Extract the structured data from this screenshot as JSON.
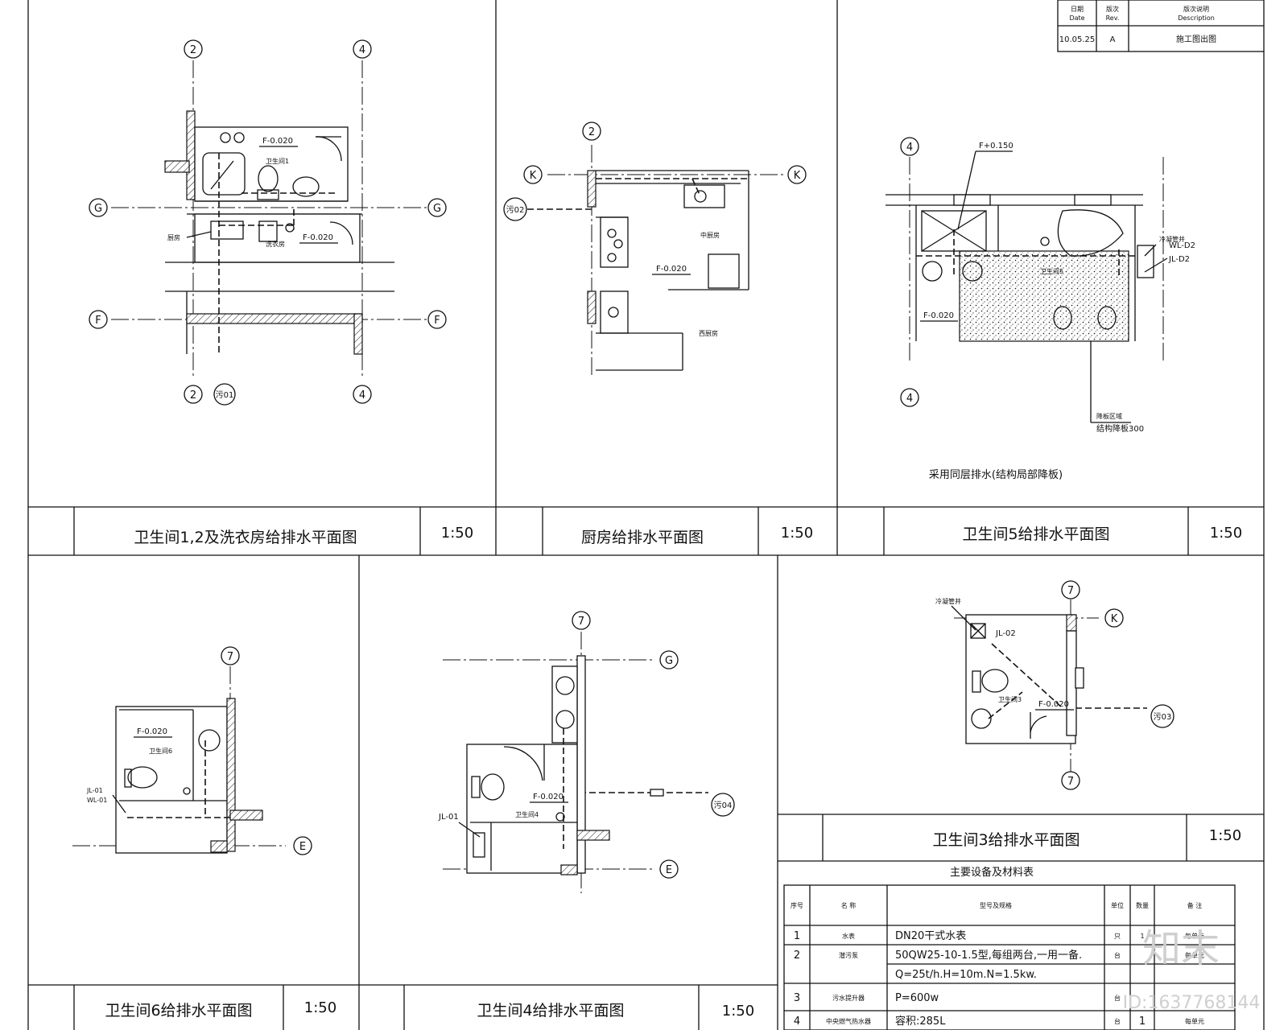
{
  "revision_block": {
    "h_date": "日期",
    "h_date_en": "Date",
    "h_rev": "版次",
    "h_rev_en": "Rev.",
    "h_desc": "版次说明",
    "h_desc_en": "Description",
    "date": "10.05.25",
    "rev": "A",
    "desc": "施工图出图"
  },
  "panels": [
    {
      "title": "卫生间1,2及洗衣房给排水平面图",
      "scale": "1:50"
    },
    {
      "title": "厨房给排水平面图",
      "scale": "1:50"
    },
    {
      "title": "卫生间5给排水平面图",
      "scale": "1:50"
    },
    {
      "title": "卫生间6给排水平面图",
      "scale": "1:50"
    },
    {
      "title": "卫生间4给排水平面图",
      "scale": "1:50"
    },
    {
      "title": "卫生间3给排水平面图",
      "scale": "1:50"
    }
  ],
  "plan1": {
    "grid_2": "2",
    "grid_4": "4",
    "grid_G": "G",
    "grid_F": "F",
    "level_a": "F-0.020",
    "level_b": "F-0.020",
    "room_a": "卫生间1",
    "room_b": "洗衣房",
    "room_c": "厨房",
    "drain_tag": "污01"
  },
  "plan2": {
    "grid_2": "2",
    "grid_K": "K",
    "level": "F-0.020",
    "room_a": "中厨房",
    "room_b": "西厨房",
    "drain_tag": "污02"
  },
  "plan3": {
    "grid_4": "4",
    "level_top": "F+0.150",
    "level": "F-0.020",
    "room": "卫生间5",
    "tag_a": "冷凝管井",
    "tag_b": "WL-D2",
    "tag_c": "JL-D2",
    "note_a": "降板区域",
    "note_b": "结构降板300",
    "caption": "采用同层排水(结构局部降板)"
  },
  "plan6": {
    "grid_7": "7",
    "grid_E": "E",
    "level": "F-0.020",
    "room": "卫生间6",
    "tag_a": "JL-01",
    "tag_b": "WL-01"
  },
  "plan4": {
    "grid_7": "7",
    "grid_G": "G",
    "grid_E": "E",
    "level": "F-0.020",
    "room": "卫生间4",
    "tag": "JL-01",
    "drain_tag": "污04"
  },
  "plan5": {
    "grid_7": "7",
    "grid_K": "K",
    "level": "F-0.020",
    "room": "卫生间3",
    "tag_a": "冷凝管井",
    "tag_b": "JL-02",
    "drain_tag": "污03"
  },
  "equipment_table": {
    "title": "主要设备及材料表",
    "headers": [
      "序号",
      "名  称",
      "型号及规格",
      "单位",
      "数量",
      "备  注"
    ],
    "rows": [
      [
        "1",
        "水表",
        "DN20干式水表",
        "只",
        "1",
        "每单元"
      ],
      [
        "2",
        "潜污泵",
        "50QW25-10-1.5型,每组两台,一用一备.",
        "台",
        "",
        "每单元"
      ],
      [
        "",
        "",
        "Q=25t/h.H=10m.N=1.5kw.",
        "",
        "",
        ""
      ],
      [
        "3",
        "污水提升器",
        "P=600w",
        "台",
        "",
        ""
      ],
      [
        "4",
        "中央燃气热水器",
        "容积:285L",
        "台",
        "1",
        "每单元"
      ]
    ]
  },
  "watermark": {
    "logo": "知末",
    "id": "ID:1637768144"
  }
}
